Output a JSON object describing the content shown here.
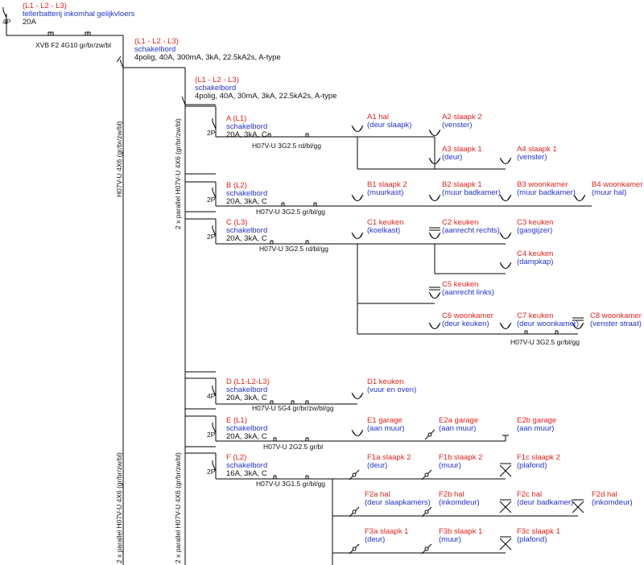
{
  "main": {
    "phases": "(L1 - L2 - L3)",
    "title": "tellerbatterij inkomhal gelijkvloers",
    "rating": "20A",
    "poles": "4P",
    "cable": "XVB F2 4G10  gr/br/zw/bl"
  },
  "sub1": {
    "phases": "(L1 - L2 - L3)",
    "title": "schakelbord",
    "spec": "4polig,  40A,  300mA,  3kA,  22.5kA2s,  A-type",
    "vcable1": "H07V-U 4X6   (gr/br/zw/bl)",
    "vcable2": "2 x parallel   H07V-U 4X6   (gr/br/zw/bl)"
  },
  "sub2": {
    "phases": "(L1 - L2 - L3)",
    "title": "schakelbord",
    "spec": "4polig,  40A,  30mA,  3kA,  22.5kA2s,  A-type",
    "vcable1": "2 x parallel   H07V-U 4X6   (gr/br/zw/bl)",
    "vcable2": "2 x parallel   H07V-U 4X6   (gr/br/zw/bl)"
  },
  "circuits": {
    "A": {
      "id": "A  (L1)",
      "board": "schakelbord",
      "spec": "20A,  3kA,  C",
      "poles": "2P",
      "cable": "H07V-U   3G2.5   rd/bl/gg"
    },
    "B": {
      "id": "B  (L2)",
      "board": "schakelbord",
      "spec": "20A,  3kA,  C",
      "poles": "2P",
      "cable": "H07V-U   3G2.5   gr/bl/gg"
    },
    "C": {
      "id": "C  (L3)",
      "board": "schakelbord",
      "spec": "20A,  3kA,  C",
      "poles": "2P",
      "cable": "H07V-U   3G2.5   rd/bl/gg"
    },
    "D": {
      "id": "D  (L1-L2-L3)",
      "board": "schakelbord",
      "spec": "20A,  3kA,  C",
      "poles": "4P",
      "cable": "H07V-U   5G4   gr/br/zw/bl/gg"
    },
    "E": {
      "id": "E  (L1)",
      "board": "schakelbord",
      "spec": "20A,  3kA,  C",
      "poles": "2P",
      "cable": "H07V-U   2G2.5   gr/bl"
    },
    "F": {
      "id": "F  (L2)",
      "board": "schakelbord",
      "spec": "16A,  3kA,  C",
      "poles": "2P",
      "cable": "H07V-U   3G1.5   gr/bl/gg"
    }
  },
  "c7cable": "H07V-U   3G2.5   gr/bl/gg",
  "loads": {
    "A1": {
      "name": "A1  hal",
      "loc": "(deur slaapk)"
    },
    "A2": {
      "name": "A2  slaapk 2",
      "loc": "(venster)"
    },
    "A3": {
      "name": "A3  slaapk 1",
      "loc": "(deur)"
    },
    "A4": {
      "name": "A4  slaapk 1",
      "loc": "(venster)"
    },
    "B1": {
      "name": "B1  slaapk 2",
      "loc": "(muurkast)"
    },
    "B2": {
      "name": "B2  slaapk 1",
      "loc": "(muur badkamer)"
    },
    "B3": {
      "name": "B3  woonkamer",
      "loc": "(muur badkamer)"
    },
    "B4": {
      "name": "B4  woonkamer",
      "loc": "(muur hal)"
    },
    "C1": {
      "name": "C1  keuken",
      "loc": "(koelkast)"
    },
    "C2": {
      "name": "C2  keuken",
      "loc": "(aanrecht rechts)"
    },
    "C3": {
      "name": "C3  keuken",
      "loc": "(gasgijzer)"
    },
    "C4": {
      "name": "C4  keuken",
      "loc": "(dampkap)"
    },
    "C5": {
      "name": "C5  keuken",
      "loc": "(aanrecht links)"
    },
    "C6": {
      "name": "C6  woonkamer",
      "loc": "(deur keuken)"
    },
    "C7": {
      "name": "C7  keuken",
      "loc": "(deur woonkamer)"
    },
    "C8": {
      "name": "C8  woonkamer",
      "loc": "(venster straat)"
    },
    "D1": {
      "name": "D1  keuken",
      "loc": "(vuur en oven)"
    },
    "E1": {
      "name": "E1  garage",
      "loc": "(aan muur)"
    },
    "E2a": {
      "name": "E2a  garage",
      "loc": "(aan muur)"
    },
    "E2b": {
      "name": "E2b  garage",
      "loc": "(aan muur)"
    },
    "F1a": {
      "name": "F1a  slaapk 2",
      "loc": "(deur)"
    },
    "F1b": {
      "name": "F1b  slaapk 2",
      "loc": "(muur)"
    },
    "F1c": {
      "name": "F1c  slaapk 2",
      "loc": "(plafond)"
    },
    "F2a": {
      "name": "F2a  hal",
      "loc": "(deur slaapkamers)"
    },
    "F2b": {
      "name": "F2b  hal",
      "loc": "(inkomdeur)"
    },
    "F2c": {
      "name": "F2c  hal",
      "loc": "(deur badkamer)"
    },
    "F2d": {
      "name": "F2d  hal",
      "loc": "(inkomdeur)"
    },
    "F3a": {
      "name": "F3a  slaapk 1",
      "loc": "(deur)"
    },
    "F3b": {
      "name": "F3b  slaapk 1",
      "loc": "(muur)"
    },
    "F3c": {
      "name": "F3c  slaapk 1",
      "loc": "(plafond)"
    }
  },
  "colors": {
    "phase": "#e0241c",
    "name": "#2233cc",
    "line": "#000000"
  }
}
